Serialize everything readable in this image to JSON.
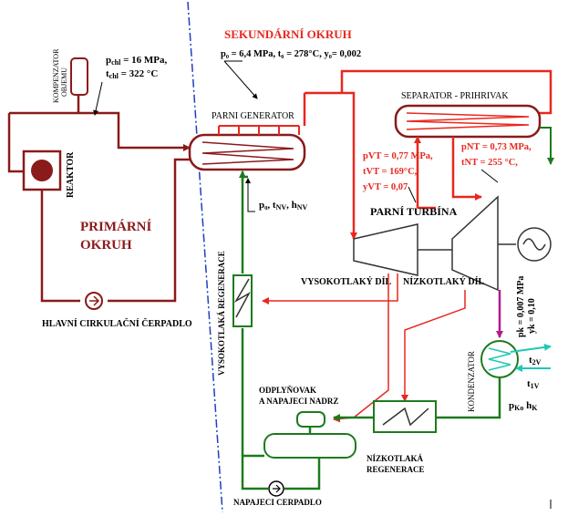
{
  "labels": {
    "secondary_circuit": "SEKUNDÁRNÍ OKRUH",
    "primary_circuit_1": "PRIMÁRNÍ",
    "primary_circuit_2": "OKRUH",
    "steam_generator": "PARNI GENERATOR",
    "separator_reheater": "SEPARATOR - PRIHRIVAK",
    "steam_turbine": "PARNÍ TURBÍNA",
    "hp_part": "VYSOKOTLAKÝ DÍL",
    "lp_part": "NÍZKOTLAKÝ DÍL",
    "main_pump": "HLAVNÍ CIRKULAČNÍ ČERPADLO",
    "reactor": "REAKTOR",
    "pressurizer_1": "KOMPENZATOR",
    "pressurizer_2": "OBJEMU",
    "hp_regen": "VYSOKOTLAKÁ REGENERACE",
    "deaerator_1": "ODPLYŇOVAK",
    "deaerator_2": "A NAPAJECI NADRZ",
    "lp_regen_1": "NÍZKOTLAKÁ",
    "lp_regen_2": "REGENERACE",
    "feed_pump": "NAPAJECI CERPADLO",
    "condenser": "KONDENZATOR"
  },
  "params": {
    "p_chl": "p",
    "p_chl_sub": "chl",
    "p_chl_val": " = 16 MPa,",
    "t_chl": "t",
    "t_chl_sub": "chl",
    "t_chl_val": " = 322 °C",
    "live_steam": "p₀ = 6,4 MPa, t₀ = 278°C, y₀= 0,002",
    "feed_p0": "p₀, t",
    "feed_nv_sub": "NV",
    "feed_h": ", h",
    "feed_h_sub": "NV",
    "hp_ext_p": "pVT = 0,77 MPa,",
    "hp_ext_t": "tVT = 169°C,",
    "hp_ext_y": "yVT = 0,07",
    "lp_in_p": "pNT = 0,73 MPa,",
    "lp_in_t": "tNT = 255 °C,",
    "cond_p": "pk = 0,007 MPa",
    "cond_y": "yk = 0,10",
    "t2v": "t",
    "t2v_sub": "2V",
    "t1v": "t",
    "t1v_sub": "1V",
    "cond_out": "p",
    "cond_out_sub": "Ko",
    "cond_out_h": " h",
    "cond_out_h_sub": "K"
  },
  "colors": {
    "primary": "#8b1a1a",
    "steam": "#e8281e",
    "water": "#1e7a1e",
    "cooling": "#1ec8b4",
    "drain": "#b31a8c",
    "boundary": "#1f3fbf"
  }
}
